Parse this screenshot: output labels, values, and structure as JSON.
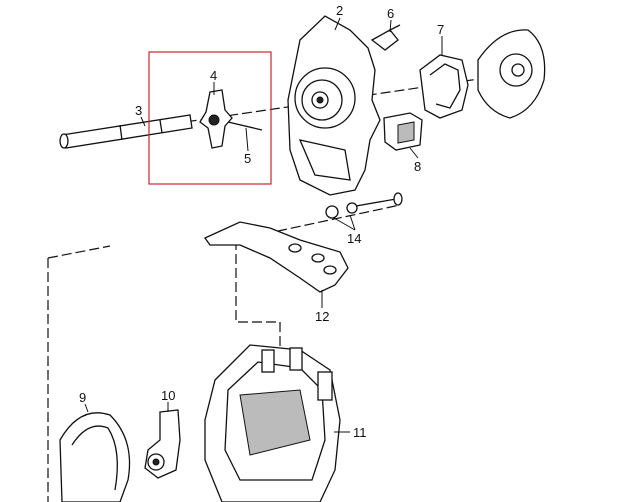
{
  "diagram": {
    "title": "Distributor exploded parts view",
    "highlight_color": "#c8262e",
    "callouts": [
      {
        "id": "2",
        "label": "2"
      },
      {
        "id": "3",
        "label": "3"
      },
      {
        "id": "4",
        "label": "4"
      },
      {
        "id": "5",
        "label": "5"
      },
      {
        "id": "6",
        "label": "6"
      },
      {
        "id": "7",
        "label": "7"
      },
      {
        "id": "8",
        "label": "8"
      },
      {
        "id": "9",
        "label": "9"
      },
      {
        "id": "10",
        "label": "10"
      },
      {
        "id": "11",
        "label": "11"
      },
      {
        "id": "12",
        "label": "12"
      },
      {
        "id": "14",
        "label": "14"
      }
    ]
  }
}
